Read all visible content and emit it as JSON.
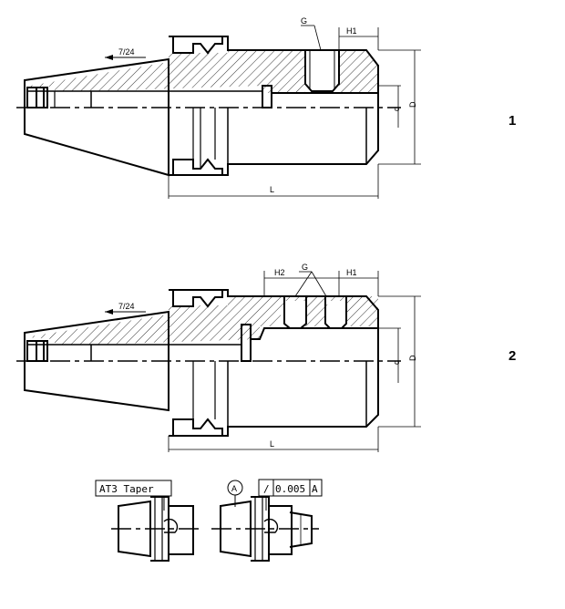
{
  "labels": {
    "taper_angle": "7/24",
    "thread": "G",
    "depth1": "H1",
    "depth2": "H2",
    "bore": "d",
    "outer_diameter": "D",
    "length": "L",
    "variant1": "1",
    "variant2": "2"
  },
  "callouts": {
    "taper_note": "AT3 Taper",
    "datum": "A",
    "runout_symbol": "/",
    "runout_value": "0.005",
    "runout_datum": "A"
  }
}
